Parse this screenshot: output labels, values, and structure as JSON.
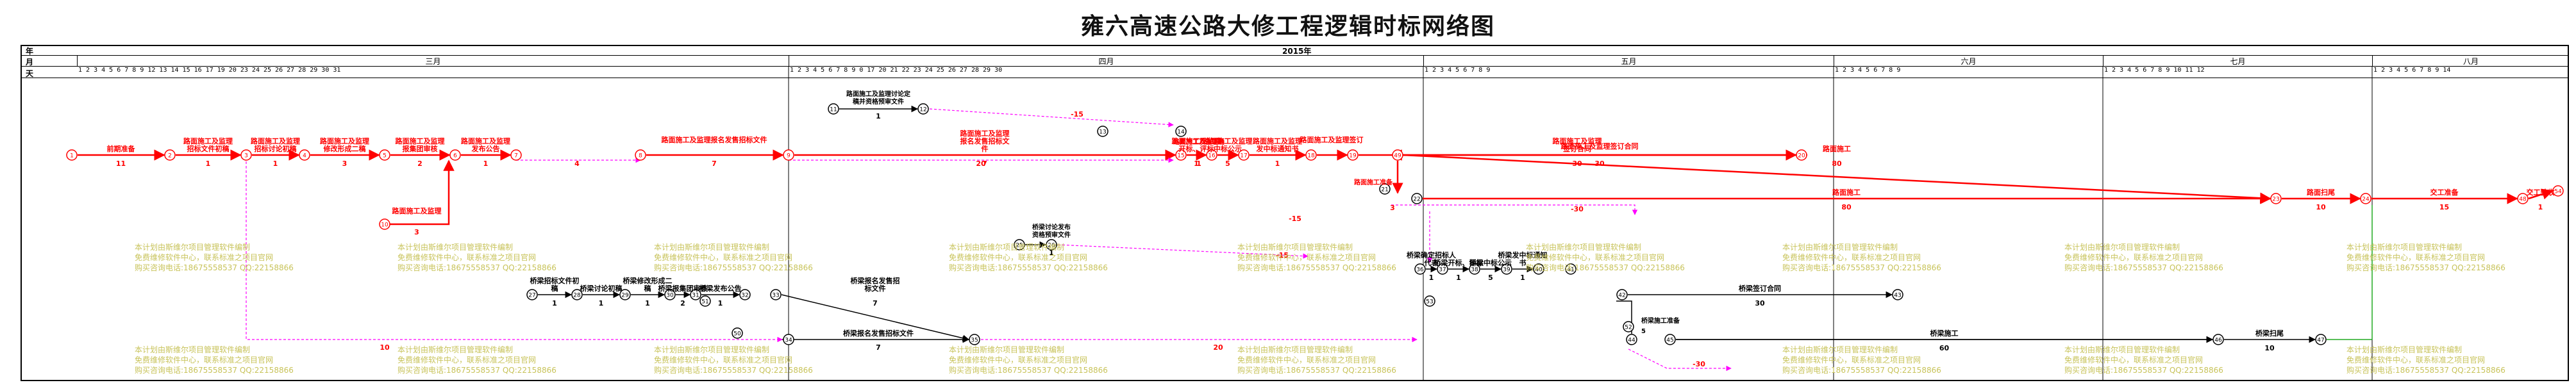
{
  "title": "雍六高速公路大修工程逻辑时标网络图",
  "header": {
    "year_row_label": "年",
    "month_row_label": "月",
    "day_row_label": "天",
    "year": "2015年",
    "months": [
      "三月",
      "四月",
      "五月",
      "六月",
      "七月",
      "八月"
    ],
    "day_ticks": [
      "1 2 3 4 5 6 7 8 9   12    13    14  15  16  17  19    20      23      24    25 26 27 28 29 30 31",
      "1 2 3 4 5 6  7 8 9 0  17    20    21  22 23 24 25 26 27 28 29 30",
      "1 2  3  4 5 6 7 8  9",
      "1 2 3 4 5 6 7 8 9",
      "1 2 3 4 5 6 7 8 9  10 11  12",
      "1 2 3 4 5 6 7 8 9   14"
    ]
  },
  "activities_red": [
    {
      "label": "前期准备",
      "duration": "11"
    },
    {
      "label": "路面施工及监理招标文件初稿",
      "duration": "1"
    },
    {
      "label": "路面施工及监理招标讨论初稿",
      "duration": "1"
    },
    {
      "label": "路面施工及监理修改形成二稿",
      "duration": "3"
    },
    {
      "label": "路面施工及监理报集团审核",
      "duration": "2"
    },
    {
      "label": "路面施工及监理发布公告",
      "duration": "1"
    },
    {
      "label": "路面施工及监理讨论定稿",
      "duration": "3"
    },
    {
      "label": "路面施工及监理报名发售招标文件",
      "duration": "7"
    },
    {
      "label": "路面施工及监理确定招标人代表",
      "duration": "1"
    },
    {
      "label": "路面施工及监理开标、评标",
      "duration": "1"
    },
    {
      "label": "路面施工及监理中标公示",
      "duration": "5"
    },
    {
      "label": "路面施工及监理发中标通知书",
      "duration": "1"
    },
    {
      "label": "路面施工及监理签订合同",
      "duration": "30"
    },
    {
      "label": "路面施工准备",
      "duration": "3"
    },
    {
      "label": "路面施工",
      "duration": "80"
    },
    {
      "label": "路面扫尾",
      "duration": "10"
    },
    {
      "label": "交工准备",
      "duration": "15"
    },
    {
      "label": "交工验收",
      "duration": "1"
    }
  ],
  "activities_black": [
    {
      "label": "路面施工及监理讨论定稿并资格预审文件",
      "duration": "1"
    },
    {
      "label": "桥梁讨论发布资格预审文件",
      "duration": "1"
    },
    {
      "label": "桥梁招标文件初稿",
      "duration": "1"
    },
    {
      "label": "桥梁讨论初稿",
      "duration": "1"
    },
    {
      "label": "桥梁修改形成二稿",
      "duration": "1"
    },
    {
      "label": "桥梁报集团审核",
      "duration": "2"
    },
    {
      "label": "桥梁发布公告",
      "duration": "1"
    },
    {
      "label": "桥梁讨论定稿",
      "duration": "1"
    },
    {
      "label": "桥梁报名发售招标文件",
      "duration": "7"
    },
    {
      "label": "桥梁确定招标人代表",
      "duration": "1"
    },
    {
      "label": "桥梁开标、评标",
      "duration": "1"
    },
    {
      "label": "桥梁中标公示",
      "duration": "5"
    },
    {
      "label": "桥梁发中标通知书",
      "duration": "1"
    },
    {
      "label": "桥梁签订合同",
      "duration": "30"
    },
    {
      "label": "桥梁施工准备",
      "duration": "5"
    },
    {
      "label": "桥梁施工",
      "duration": "60"
    },
    {
      "label": "桥梁扫尾",
      "duration": "10"
    }
  ],
  "float_values": [
    "4",
    "20",
    "-15",
    "-30",
    "10",
    "-15",
    "20",
    "-30",
    "-15"
  ],
  "node_numbers": [
    "1",
    "2",
    "3",
    "4",
    "5",
    "6",
    "7",
    "8",
    "9",
    "10",
    "11",
    "12",
    "13",
    "14",
    "15",
    "16",
    "17",
    "18",
    "19",
    "20",
    "21",
    "22",
    "23",
    "24",
    "25",
    "26",
    "27",
    "28",
    "29",
    "30",
    "31",
    "32",
    "33",
    "34",
    "35",
    "36",
    "37",
    "38",
    "39",
    "40",
    "41",
    "42",
    "43",
    "44",
    "45",
    "46",
    "47",
    "48",
    "49",
    "50",
    "51",
    "52",
    "53",
    "54"
  ],
  "watermark_lines": [
    "本计划由斯维尔项目管理软件编制",
    "免费维修软件中心，联系标准之项目官网",
    "购买咨询电话:18675558537 QQ:22158866"
  ],
  "colors": {
    "critical": "#ff0000",
    "normal": "#000000",
    "float_dashed": "#ff00ff",
    "late_link": "#22aa22",
    "watermark": "#c8c35a"
  }
}
